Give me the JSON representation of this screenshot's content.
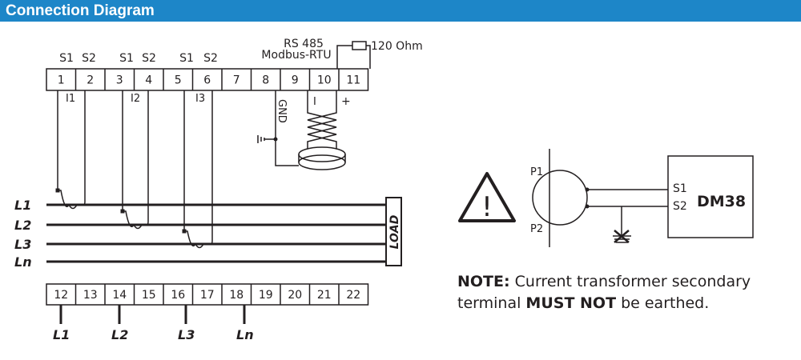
{
  "header": {
    "title": "Connection Diagram"
  },
  "top_block": {
    "terminals": [
      "1",
      "2",
      "3",
      "4",
      "5",
      "6",
      "7",
      "8",
      "9",
      "10",
      "11"
    ],
    "ct_pairs": [
      {
        "s1": "S1",
        "s2": "S2",
        "input": "I1"
      },
      {
        "s1": "S1",
        "s2": "S2",
        "input": "I2"
      },
      {
        "s1": "S1",
        "s2": "S2",
        "input": "I3"
      }
    ],
    "rs485_line1": "RS 485",
    "rs485_line2": "Modbus-RTU",
    "resistor_label": "120 Ohm",
    "gnd_label": "GND",
    "minus_label": "I",
    "plus_label": "+"
  },
  "bottom_block": {
    "terminals": [
      "12",
      "13",
      "14",
      "15",
      "16",
      "17",
      "18",
      "19",
      "20",
      "21",
      "22"
    ],
    "line_labels": [
      "L1",
      "L2",
      "L3",
      "Ln"
    ]
  },
  "lines": {
    "labels": [
      "L1",
      "L2",
      "L3",
      "Ln"
    ],
    "load_label": "LOAD"
  },
  "ct_schematic": {
    "p1": "P1",
    "p2": "P2",
    "s1": "S1",
    "s2": "S2",
    "device": "DM38",
    "warning_glyph": "!"
  },
  "note": {
    "prefix": "NOTE:",
    "text1": " Current transformer secondary terminal ",
    "emphasis": "MUST NOT",
    "text2": " be earthed."
  },
  "colors": {
    "header": "#1d86c8",
    "ink": "#231f20"
  }
}
